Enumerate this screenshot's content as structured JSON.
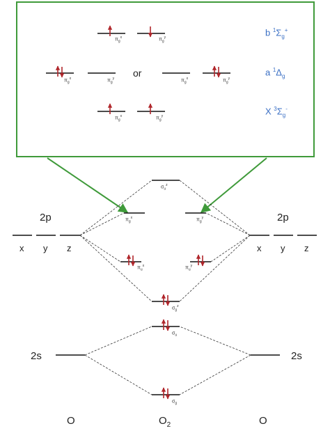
{
  "colors": {
    "box_border": "#3f9a3a",
    "arrow": "#3f9a3a",
    "electron": "#b0262b",
    "state_text": "#3a6fc4",
    "level": "#111111",
    "dashed": "#333333"
  },
  "inset": {
    "or_text": "or",
    "states": [
      {
        "label_main": "b ",
        "sup1": "1",
        "sym": "Σ",
        "sub": "g",
        "sup2": "+"
      },
      {
        "label_main": "a ",
        "sup1": "1",
        "sym": "Δ",
        "sub": "g",
        "sup2": ""
      },
      {
        "label_main": "X ",
        "sup1": "3",
        "sym": "Σ",
        "sub": "g",
        "sup2": "-"
      }
    ],
    "orb_labels": {
      "pi_g_x": {
        "base": "π",
        "sub": "g",
        "sup": "x"
      },
      "pi_g_y": {
        "base": "π",
        "sub": "g",
        "sup": "y"
      }
    }
  },
  "atoms": {
    "left_2p": "2p",
    "right_2p": "2p",
    "left_2s": "2s",
    "right_2s": "2s",
    "p_components": [
      "x",
      "y",
      "z"
    ],
    "bottom_left": "O",
    "bottom_middle": "O",
    "bottom_middle_sub": "2",
    "bottom_right": "O"
  },
  "mo_labels": {
    "sigma_u_z": {
      "base": "σ",
      "sub": "u",
      "sup": "z"
    },
    "pi_g_x": {
      "base": "π",
      "sub": "g",
      "sup": "x"
    },
    "pi_g_y": {
      "base": "π",
      "sub": "g",
      "sup": "y"
    },
    "pi_u_x": {
      "base": "π",
      "sub": "u",
      "sup": "x"
    },
    "pi_u_y": {
      "base": "π",
      "sub": "u",
      "sup": "y"
    },
    "sigma_g_z": {
      "base": "σ",
      "sub": "g",
      "sup": "z"
    },
    "sigma_u_2s": {
      "base": "σ",
      "sub": "u",
      "sup": ""
    },
    "sigma_g_2s": {
      "base": "σ",
      "sub": "g",
      "sup": ""
    }
  }
}
